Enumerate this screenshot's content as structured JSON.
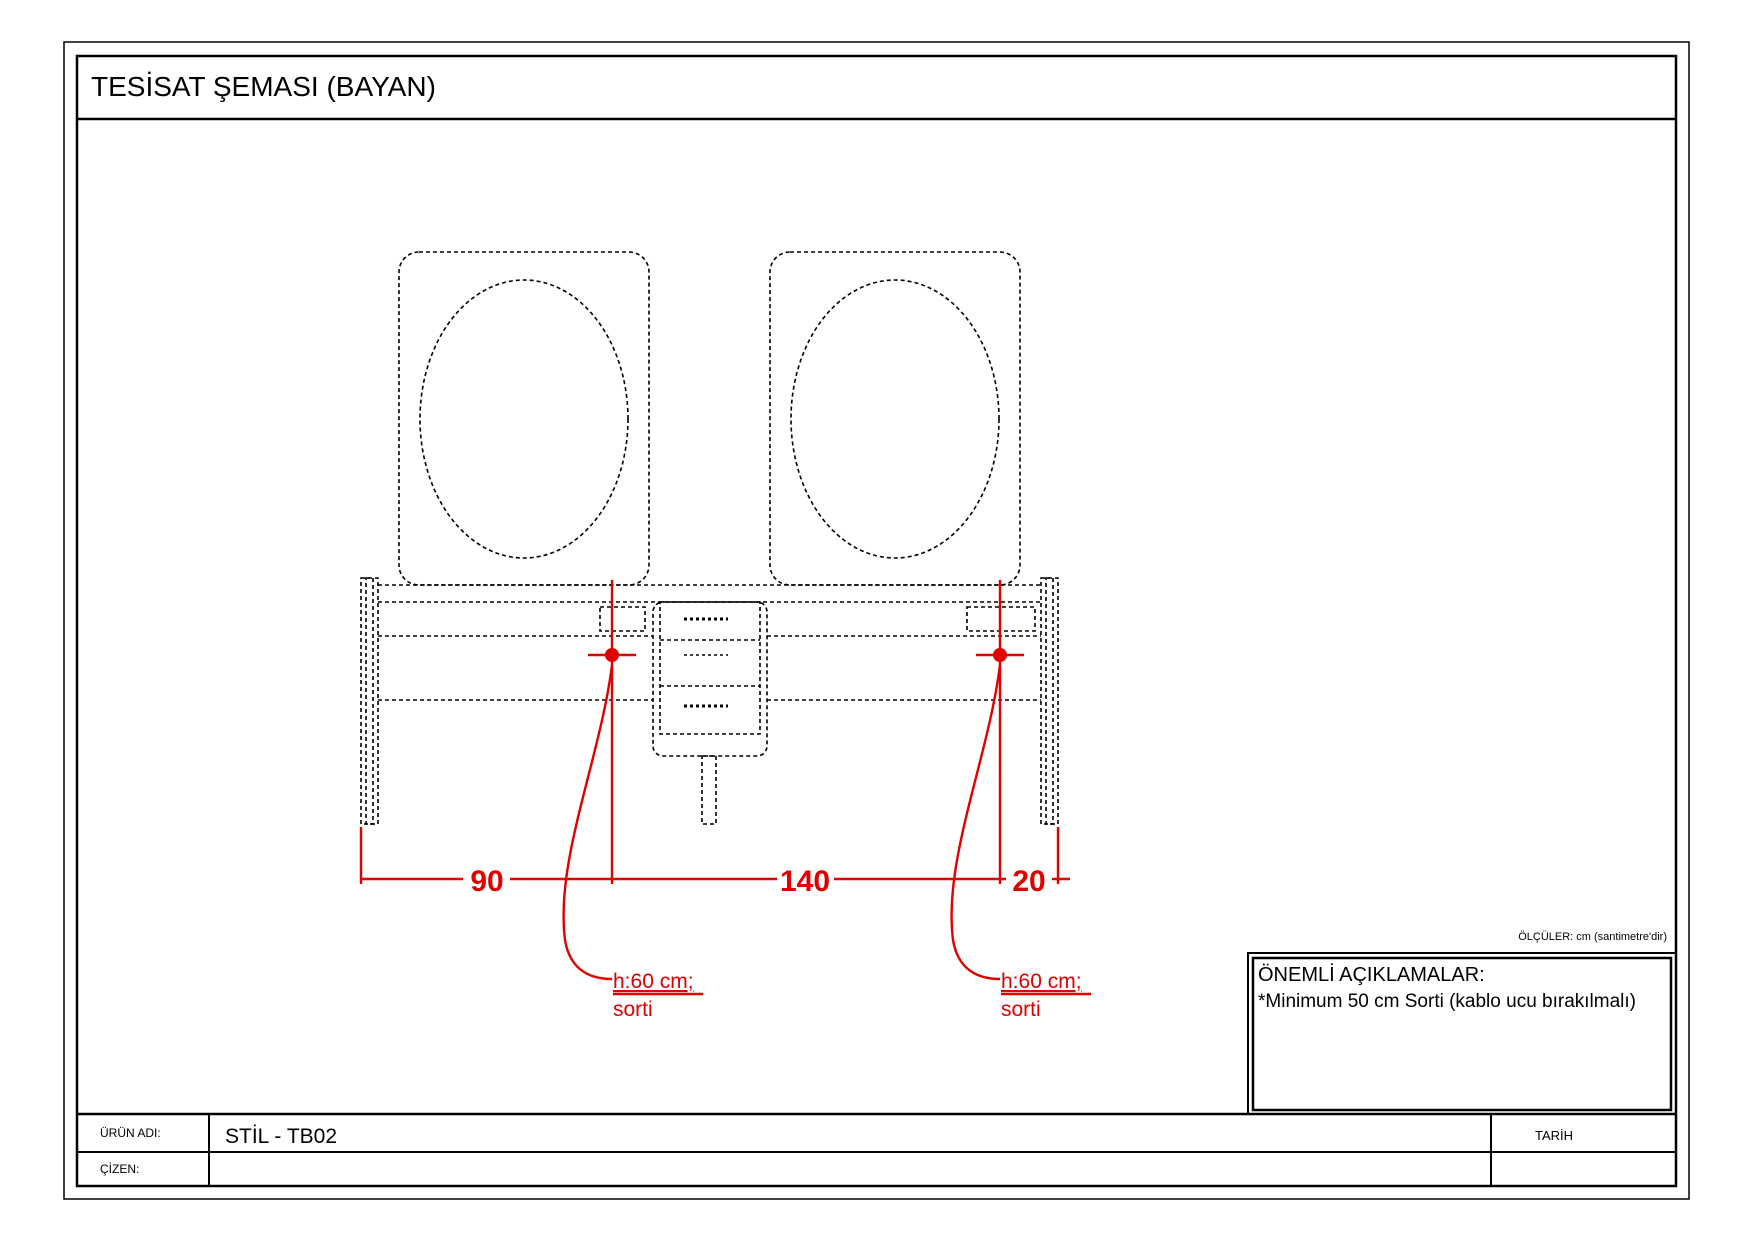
{
  "title": "TESİSAT ŞEMASI (BAYAN)",
  "units_note": "ÖLÇÜLER: cm (santimetre'dir)",
  "notes": {
    "heading": "ÖNEMLİ AÇIKLAMALAR:",
    "line1": "*Minimum 50 cm Sorti (kablo ucu bırakılmalı)"
  },
  "title_block": {
    "product_label": "ÜRÜN ADI:",
    "product_value": "STİL - TB02",
    "drawn_by_label": "ÇİZEN:",
    "date_label": "TARİH"
  },
  "dimensions": {
    "d1": "90",
    "d2": "140",
    "d3": "20"
  },
  "outlets": [
    {
      "height": "h:60 cm;",
      "type": "sorti"
    },
    {
      "height": "h:60 cm;",
      "type": "sorti"
    }
  ],
  "colors": {
    "annotation": "#e00000",
    "line": "#000000"
  }
}
